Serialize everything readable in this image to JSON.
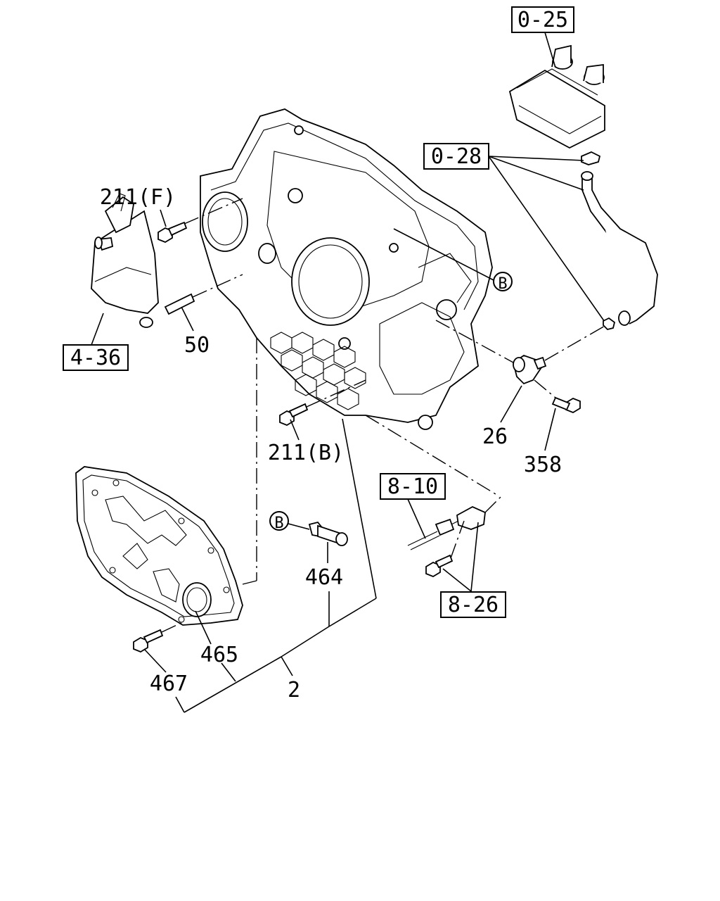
{
  "callouts": {
    "ref_0_25": "0-25",
    "ref_0_28": "0-28",
    "ref_4_36": "4-36",
    "ref_8_10": "8-10",
    "ref_8_26": "8-26",
    "p211f": "211(F)",
    "p50": "50",
    "p211b": "211(B)",
    "p26": "26",
    "p358": "358",
    "p464": "464",
    "p465": "465",
    "p467": "467",
    "p2": "2",
    "circle_b_1": "B",
    "circle_b_2": "B"
  }
}
